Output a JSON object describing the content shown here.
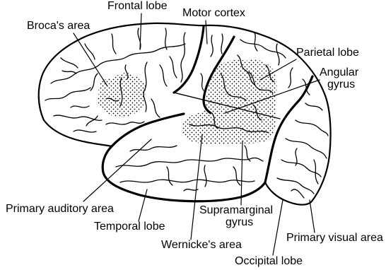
{
  "diagram": {
    "labels": {
      "frontal_lobe": "Frontal lobe",
      "motor_cortex": "Motor cortex",
      "brocas_area": "Broca's area",
      "parietal_lobe": "Parietal lobe",
      "angular_gyrus": {
        "line1": "Angular",
        "line2": "gyrus"
      },
      "primary_auditory_area": "Primary auditory area",
      "temporal_lobe": "Temporal lobe",
      "supramarginal_gyrus": {
        "line1": "Supramarginal",
        "line2": "gyrus"
      },
      "wernickes_area": "Wernicke's area",
      "primary_visual_area": "Primary visual area",
      "occipital_lobe": "Occipital lobe"
    },
    "colors": {
      "line": "#000000",
      "background": "#ffffff",
      "stipple": "#000000"
    }
  }
}
